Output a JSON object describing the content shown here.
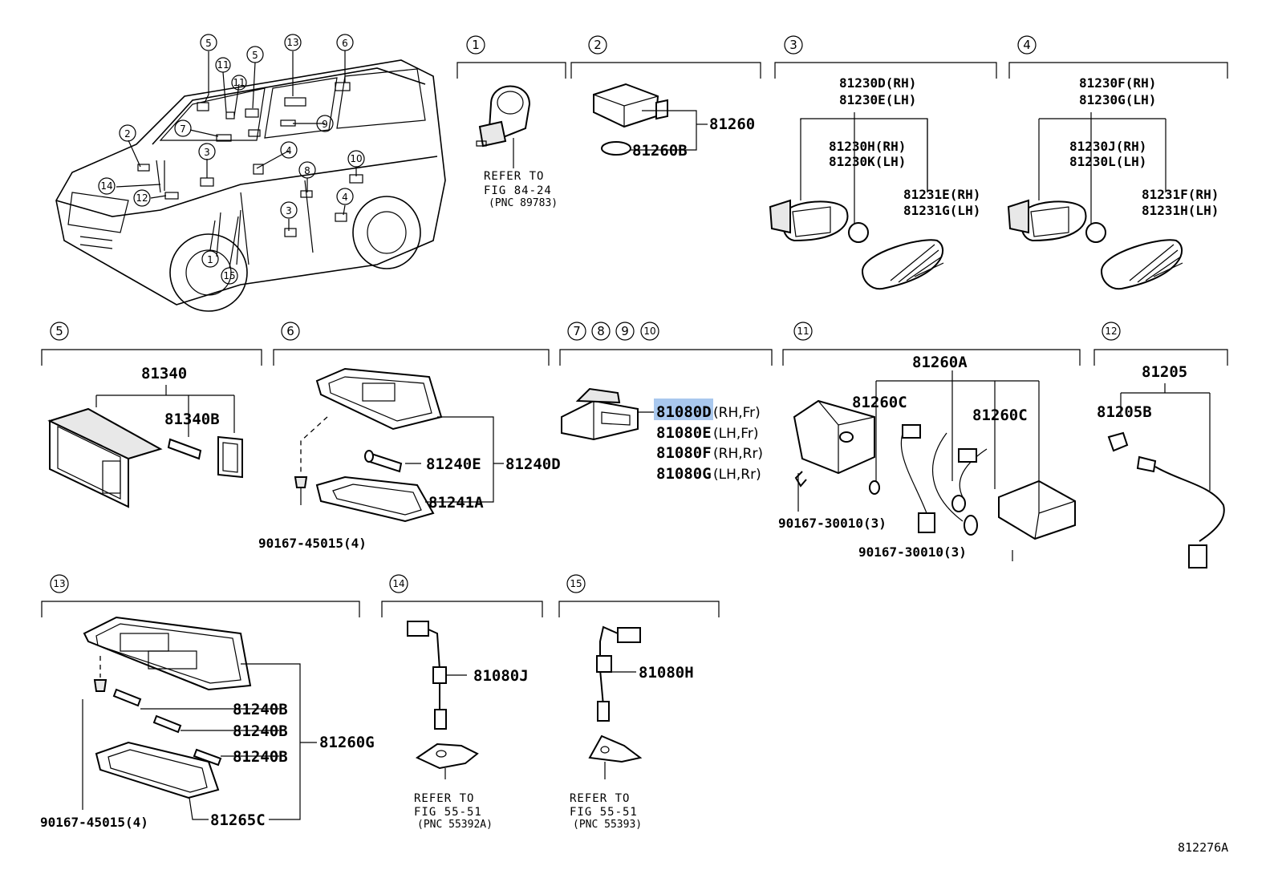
{
  "sections": [
    {
      "id": "1",
      "label": "1"
    },
    {
      "id": "2",
      "label": "2"
    },
    {
      "id": "3",
      "label": "3"
    },
    {
      "id": "4",
      "label": "4"
    },
    {
      "id": "5",
      "label": "5"
    },
    {
      "id": "6",
      "label": "6"
    },
    {
      "id": "7",
      "label": "7"
    },
    {
      "id": "8",
      "label": "8"
    },
    {
      "id": "9",
      "label": "9"
    },
    {
      "id": "10",
      "label": "10"
    },
    {
      "id": "11",
      "label": "11"
    },
    {
      "id": "12",
      "label": "12"
    },
    {
      "id": "13",
      "label": "13"
    },
    {
      "id": "14",
      "label": "14"
    },
    {
      "id": "15",
      "label": "15"
    }
  ],
  "overview_callouts": [
    "5",
    "11",
    "11",
    "5",
    "13",
    "6",
    "2",
    "7",
    "9",
    "4",
    "3",
    "8",
    "10",
    "14",
    "12",
    "3",
    "4",
    "1",
    "15"
  ],
  "refs": {
    "s1": {
      "line1": "REFER TO",
      "line2": "FIG 84-24",
      "line3": "(PNC 89783)"
    },
    "s14": {
      "line1": "REFER TO",
      "line2": "FIG 55-51",
      "line3": "(PNC 55392A)"
    },
    "s15": {
      "line1": "REFER TO",
      "line2": "FIG 55-51",
      "line3": "(PNC 55393)"
    }
  },
  "parts": {
    "s2": {
      "p1": "81260",
      "p2": "81260B"
    },
    "s3": {
      "p1": "81230D(RH)",
      "p2": "81230E(LH)",
      "p3": "81230H(RH)",
      "p4": "81230K(LH)",
      "p5": "81231E(RH)",
      "p6": "81231G(LH)"
    },
    "s4": {
      "p1": "81230F(RH)",
      "p2": "81230G(LH)",
      "p3": "81230J(RH)",
      "p4": "81230L(LH)",
      "p5": "81231F(RH)",
      "p6": "81231H(LH)"
    },
    "s5": {
      "p1": "81340",
      "p2": "81340B"
    },
    "s6": {
      "p1": "81240E",
      "p2": "81240D",
      "p3": "81241A",
      "p4": "90167-45015(4)"
    },
    "s7": {
      "p1": "81080D",
      "p1s": "(RH,Fr)",
      "p2": "81080E",
      "p2s": "(LH,Fr)",
      "p3": "81080F",
      "p3s": "(RH,Rr)",
      "p4": "81080G",
      "p4s": "(LH,Rr)"
    },
    "s11": {
      "p1": "81260A",
      "p2": "81260C",
      "p3": "81260C",
      "p4": "90167-30010(3)",
      "p5": "90167-30010(3)"
    },
    "s12": {
      "p1": "81205",
      "p2": "81205B"
    },
    "s13": {
      "p1": "81240B",
      "p2": "81240B",
      "p3": "81240B",
      "p4": "81260G",
      "p5": "81265C",
      "p6": "90167-45015(4)"
    },
    "s14": {
      "p1": "81080J"
    },
    "s15": {
      "p1": "81080H"
    }
  },
  "figure_id": "812276A"
}
